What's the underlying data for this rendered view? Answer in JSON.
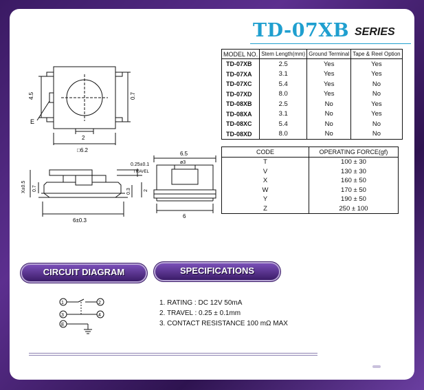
{
  "title": {
    "main": "TD-07XB",
    "series": "SERIES"
  },
  "model_table": {
    "headers": [
      "MODEL NO.",
      "Stem Length(mm)",
      "Ground Terminal",
      "Tape & Reel Option"
    ],
    "rows": [
      {
        "model": "TD-07XB",
        "stem": "2.5",
        "ground": "Yes",
        "tape": "Yes"
      },
      {
        "model": "TD-07XA",
        "stem": "3.1",
        "ground": "Yes",
        "tape": "Yes"
      },
      {
        "model": "TD-07XC",
        "stem": "5.4",
        "ground": "Yes",
        "tape": "No"
      },
      {
        "model": "TD-07XD",
        "stem": "8.0",
        "ground": "Yes",
        "tape": "No"
      },
      {
        "model": "TD-08XB",
        "stem": "2.5",
        "ground": "No",
        "tape": "Yes"
      },
      {
        "model": "TD-08XA",
        "stem": "3.1",
        "ground": "No",
        "tape": "Yes"
      },
      {
        "model": "TD-08XC",
        "stem": "5.4",
        "ground": "No",
        "tape": "No"
      },
      {
        "model": "TD-08XD",
        "stem": "8.0",
        "ground": "No",
        "tape": "No"
      }
    ]
  },
  "force_table": {
    "headers": [
      "CODE",
      "OPERATING FORCE(gf)"
    ],
    "rows": [
      {
        "code": "T",
        "force": "100 ± 30"
      },
      {
        "code": "V",
        "force": "130 ± 30"
      },
      {
        "code": "X",
        "force": "160 ± 50"
      },
      {
        "code": "W",
        "force": "170 ± 50"
      },
      {
        "code": "Y",
        "force": "190 ± 50"
      },
      {
        "code": "Z",
        "force": "250 ± 100"
      }
    ]
  },
  "sections": {
    "circuit": "CIRCUIT DIAGRAM",
    "specs": "SPECIFICATIONS"
  },
  "specifications": [
    "1. RATING : DC 12V  50mA",
    "2. TRAVEL : 0.25 ± 0.1mm",
    "3. CONTACT RESISTANCE 100 mΩ MAX"
  ],
  "drawing_labels": {
    "top_h": "4.5",
    "top_e": "E",
    "top_side": "0.7",
    "top_w": "2",
    "top_total": "□6.2",
    "front_travel_val": "0.25±0.1",
    "front_travel": "TRAVEL",
    "front_x": "X±0.5",
    "front_07": "0.7",
    "front_03": "0.3",
    "front_2": "2",
    "front_w": "6±0.3",
    "side_top": "6.5",
    "side_phi": "ø3",
    "side_bottom": "6"
  },
  "circuit": {
    "pin1": "1",
    "pin2": "2",
    "pin3": "3",
    "pin4": "4",
    "pinE": "E"
  },
  "colors": {
    "frame": "#4a2478",
    "title": "#1f9fcf",
    "pill": "#5a3391"
  }
}
